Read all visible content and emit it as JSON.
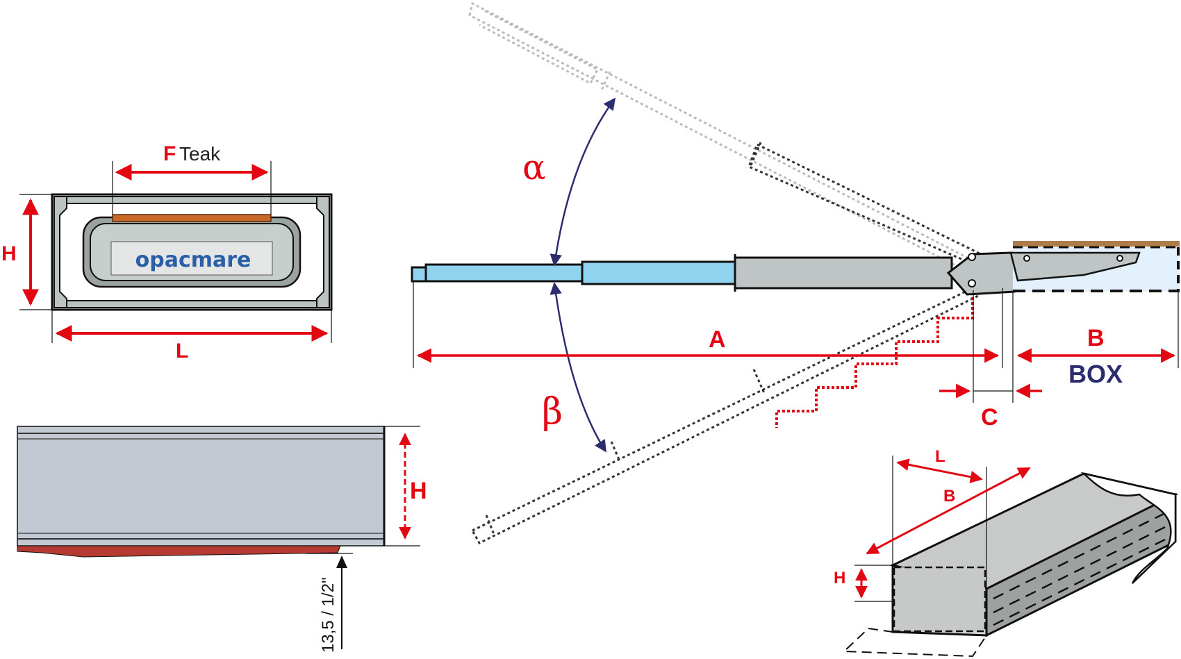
{
  "labels": {
    "h_section": "H",
    "f": "F",
    "teak": "Teak",
    "l_section": "L",
    "logo": "opacmare",
    "alpha": "α",
    "beta": "β",
    "a": "A",
    "b": "B",
    "box": "BOX",
    "c": "C",
    "h_side": "H",
    "mount_offset": "13,5 / 1/2\"",
    "box_l": "L",
    "box_b": "B",
    "box_h": "H"
  },
  "colors": {
    "dimension": "#e30613",
    "arc": "#2b2d6e",
    "boom_blue": "#8fd3ef",
    "housing_gray": "#bfc4c4",
    "profile_gray": "#c3c9d2",
    "teak": "#c8692a"
  }
}
